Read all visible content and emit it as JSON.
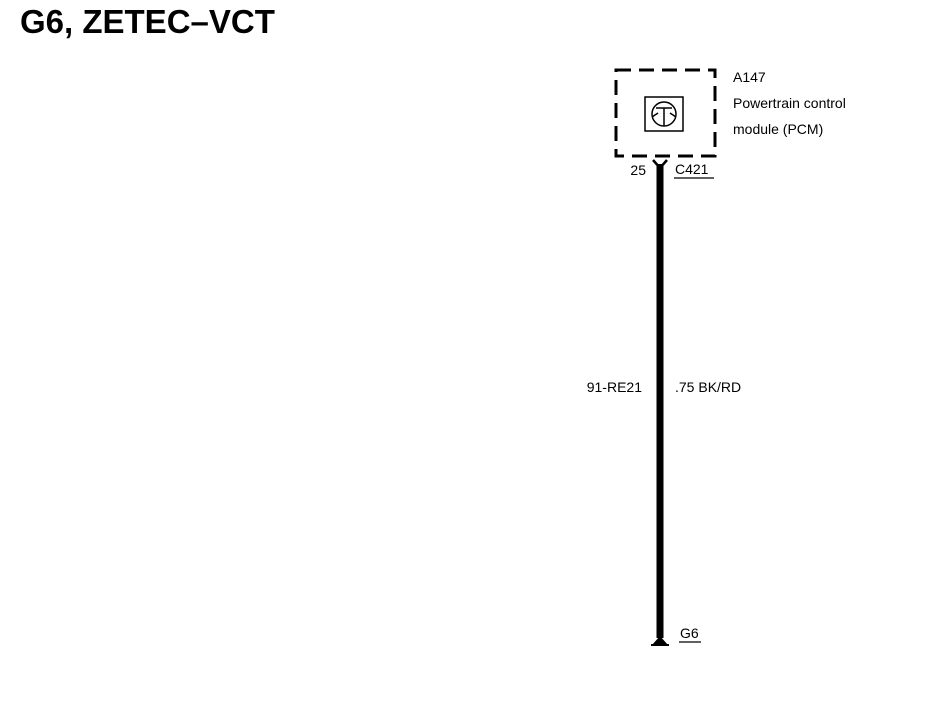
{
  "title": "G6, ZETEC–VCT",
  "component": {
    "id": "A147",
    "name_line1": "Powertrain control",
    "name_line2": "module (PCM)",
    "icon": "transistor-symbol-icon"
  },
  "connector": {
    "pin": "25",
    "id": "C421"
  },
  "wire": {
    "circuit": "91-RE21",
    "spec": ".75 BK/RD"
  },
  "ground": {
    "id": "G6"
  },
  "colors": {
    "line": "#000000",
    "background": "#ffffff"
  }
}
